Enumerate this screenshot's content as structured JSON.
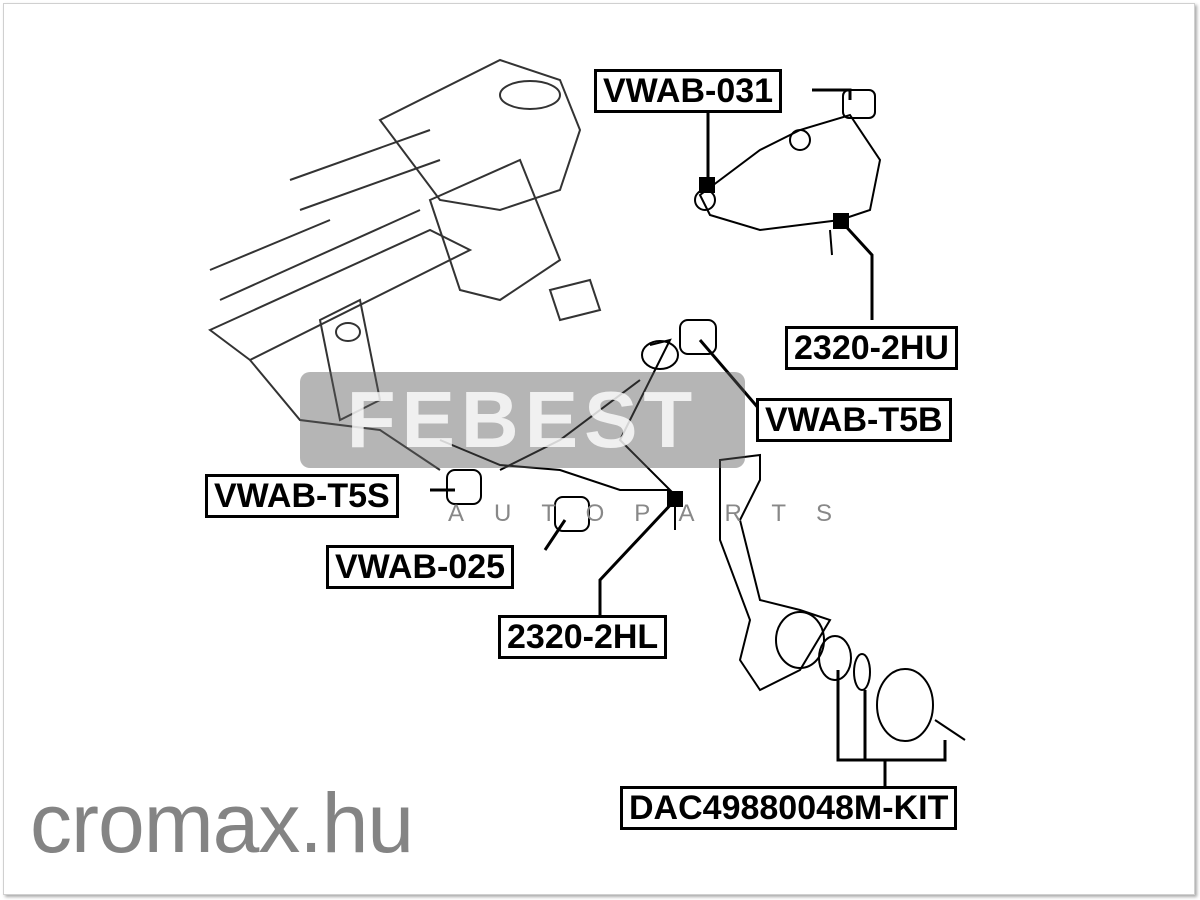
{
  "labels": {
    "vwab_031": "VWAB-031",
    "p2320_2hu": "2320-2HU",
    "vwab_t5b": "VWAB-T5B",
    "vwab_t5s": "VWAB-T5S",
    "vwab_025": "VWAB-025",
    "p2320_2hl": "2320-2HL",
    "dac_kit": "DAC49880048M-KIT"
  },
  "watermarks": {
    "brand": "FEBEST",
    "tagline": "AUTOPARTS",
    "site": "cromax.hu"
  }
}
